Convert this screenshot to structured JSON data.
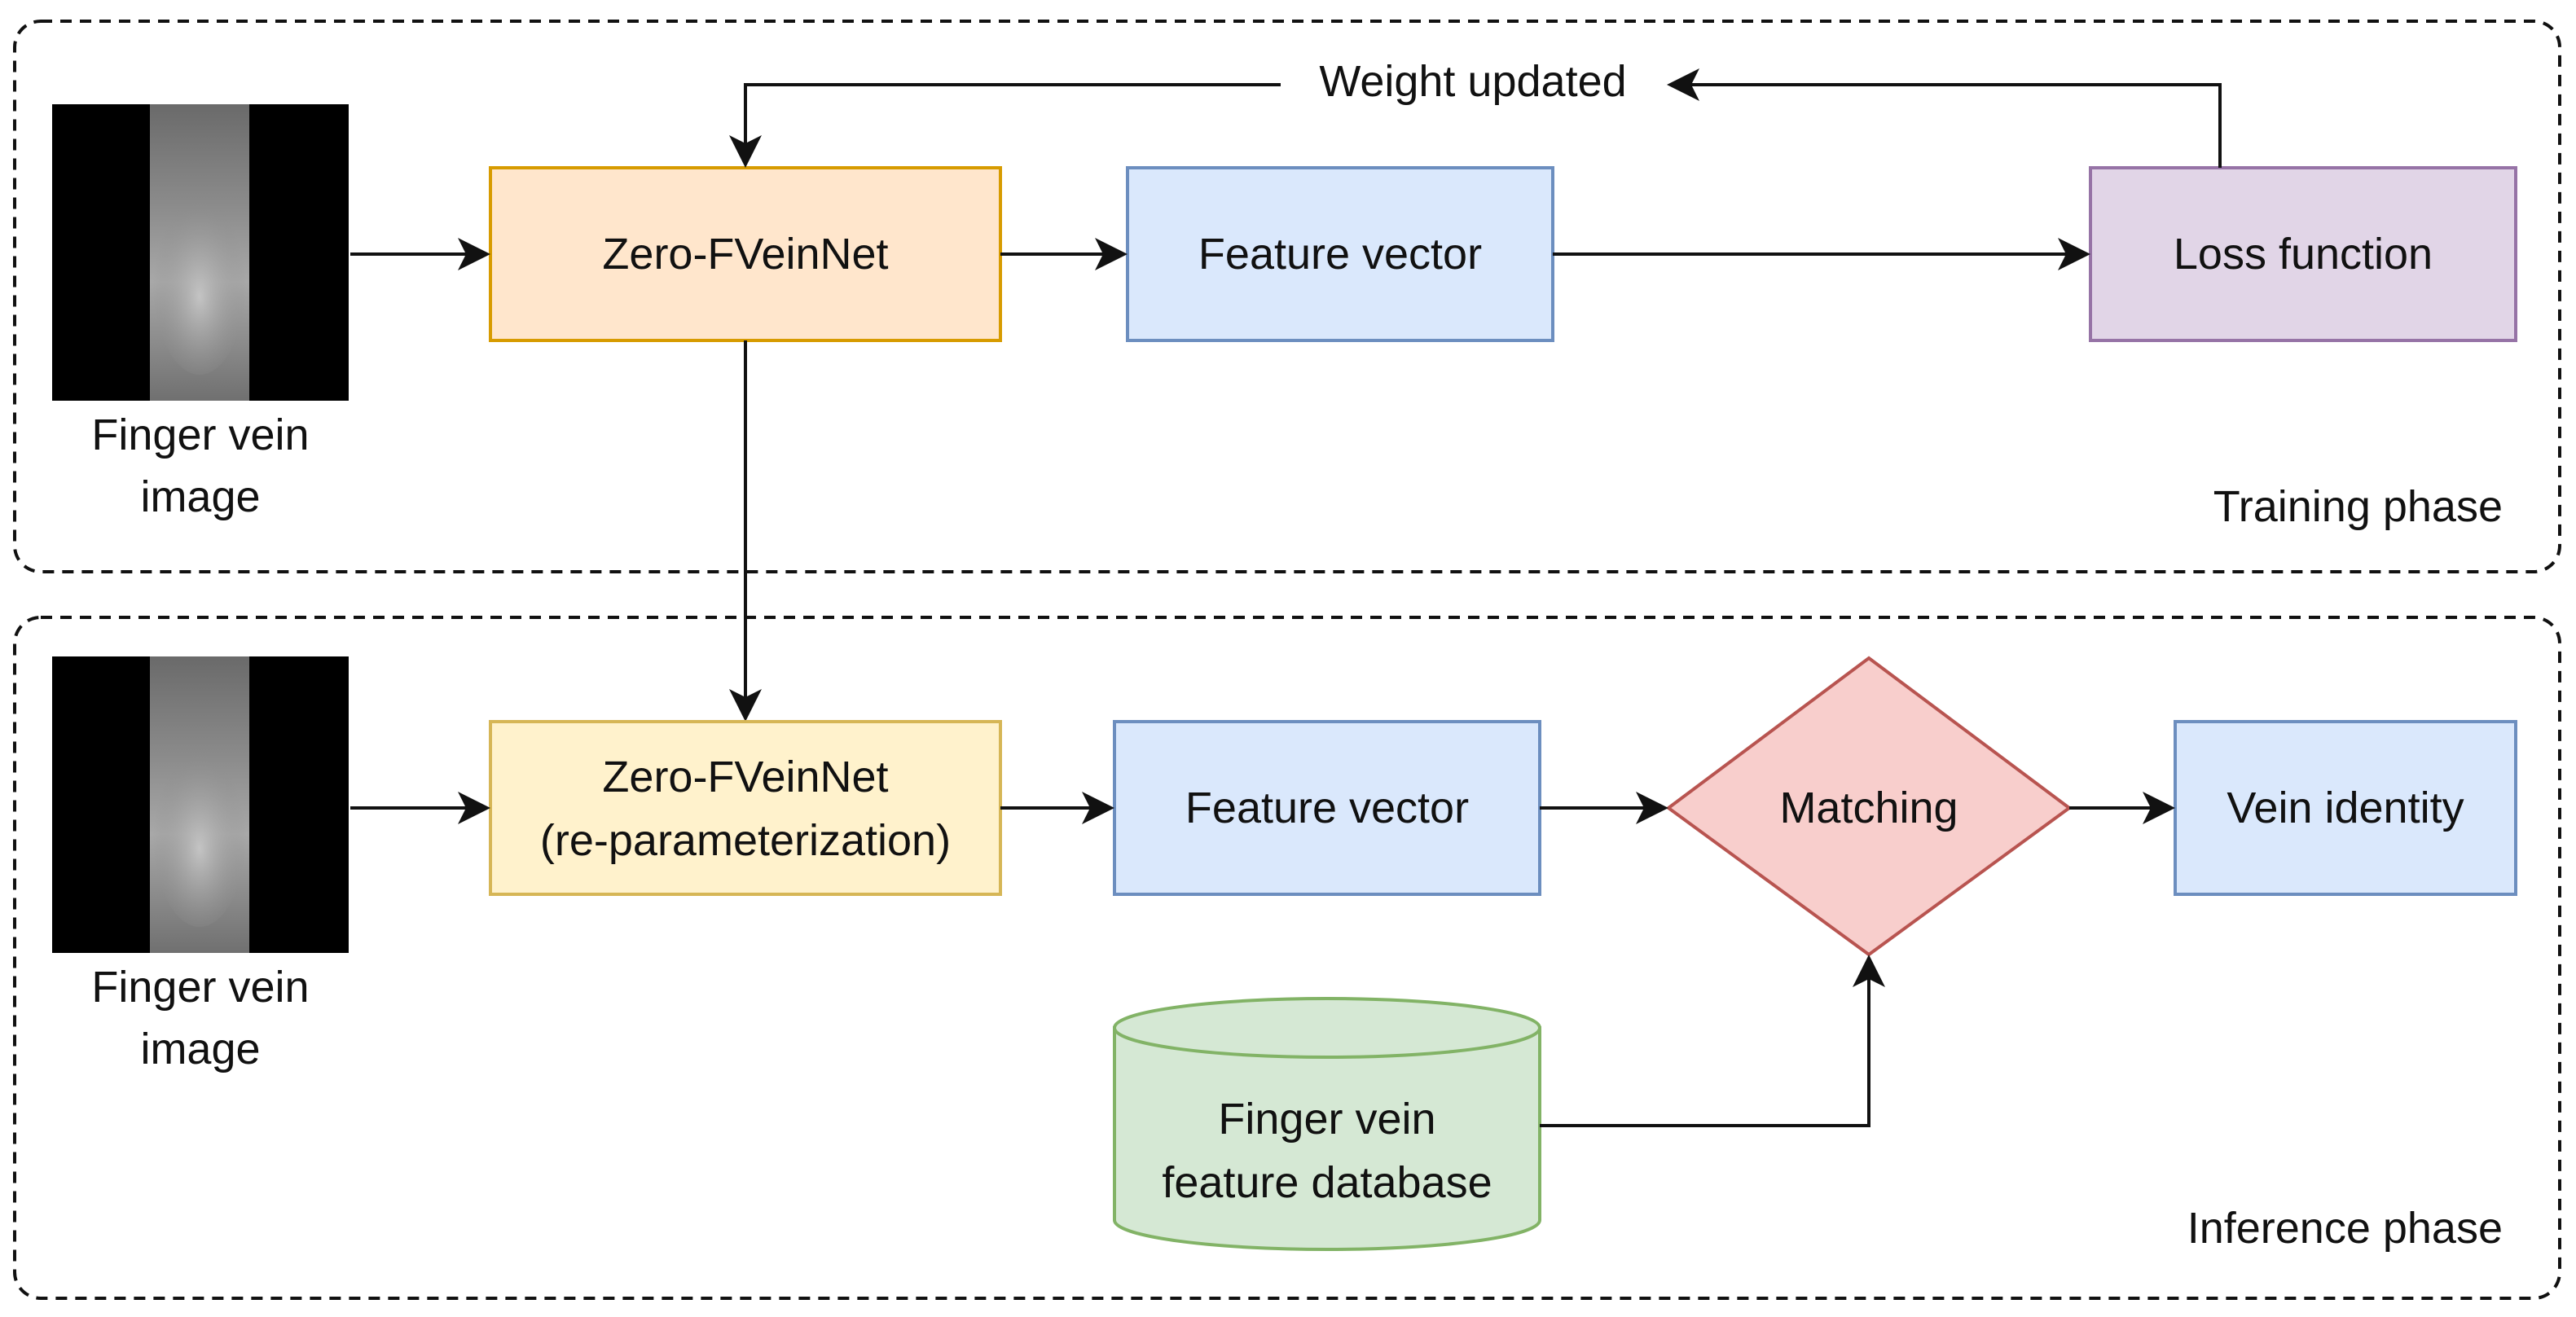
{
  "training": {
    "phase_label": "Training phase",
    "image_caption_line1": "Finger vein",
    "image_caption_line2": "image",
    "network_label": "Zero-FVeinNet",
    "feature_label": "Feature vector",
    "loss_label": "Loss function",
    "feedback_label": "Weight updated"
  },
  "inference": {
    "phase_label": "Inference phase",
    "image_caption_line1": "Finger vein",
    "image_caption_line2": "image",
    "network_label_line1": "Zero-FVeinNet",
    "network_label_line2": "(re-parameterization)",
    "feature_label": "Feature vector",
    "matching_label": "Matching",
    "identity_label": "Vein identity",
    "database_label_line1": "Finger vein",
    "database_label_line2": "feature database"
  },
  "colors": {
    "network_fill": "#FFE6CC",
    "network_stroke": "#D79B00",
    "network_rep_fill": "#FFF2CC",
    "network_rep_stroke": "#D6B656",
    "feature_fill": "#DAE8FC",
    "feature_stroke": "#6C8EBF",
    "loss_fill": "#E1D5E7",
    "loss_stroke": "#9673A6",
    "matching_fill": "#F8CECC",
    "matching_stroke": "#B85450",
    "database_fill": "#D5E8D4",
    "database_stroke": "#82B366"
  }
}
